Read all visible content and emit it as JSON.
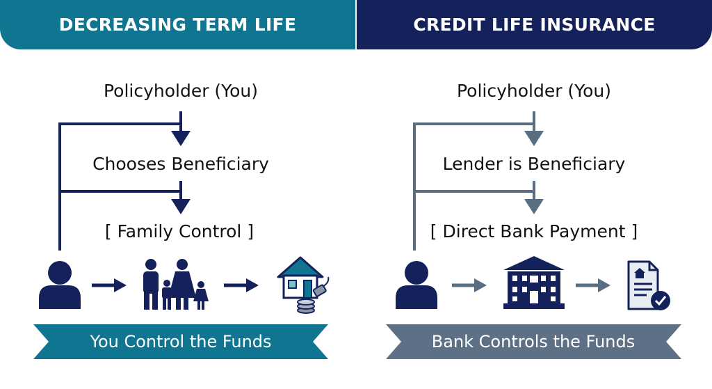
{
  "left": {
    "title": "DECREASING TERM LIFE",
    "step1": "Policyholder (You)",
    "step2": "Chooses Beneficiary",
    "step3": "[ Family Control ]",
    "banner": "You Control the Funds",
    "icons": [
      "person-icon",
      "arrow-right-icon",
      "family-icon",
      "arrow-right-icon",
      "house-icon"
    ],
    "colors": {
      "header": "#0f7590",
      "flow": "#14215a",
      "banner": "#0f7590"
    }
  },
  "right": {
    "title": "CREDIT LIFE INSURANCE",
    "step1": "Policyholder (You)",
    "step2": "Lender is Beneficiary",
    "step3": "[ Direct Bank Payment ]",
    "banner": "Bank Controls the Funds",
    "icons": [
      "person-icon",
      "arrow-right-icon",
      "bank-icon",
      "arrow-right-icon",
      "document-check-icon"
    ],
    "colors": {
      "header": "#14215a",
      "flow": "#5a6e82",
      "banner": "#5e7086"
    }
  }
}
